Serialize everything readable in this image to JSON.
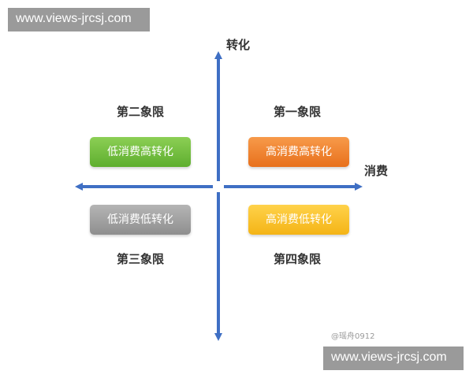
{
  "watermark": {
    "top_text": "www.views-jrcsj.com",
    "bottom_text": "www.views-jrcsj.com"
  },
  "axes": {
    "y_label": "转化",
    "x_label": "消费",
    "color": "#3f6fc4"
  },
  "quadrants": {
    "q1": {
      "label": "第一象限",
      "box_text": "高消费高转化",
      "color": "#e8701c"
    },
    "q2": {
      "label": "第二象限",
      "box_text": "低消费高转化",
      "color": "#5eae2e"
    },
    "q3": {
      "label": "第三象限",
      "box_text": "低消费低转化",
      "color": "#8e8e8e"
    },
    "q4": {
      "label": "第四象限",
      "box_text": "高消费低转化",
      "color": "#f4b416"
    }
  },
  "source_credit": "@瑶舟0912"
}
